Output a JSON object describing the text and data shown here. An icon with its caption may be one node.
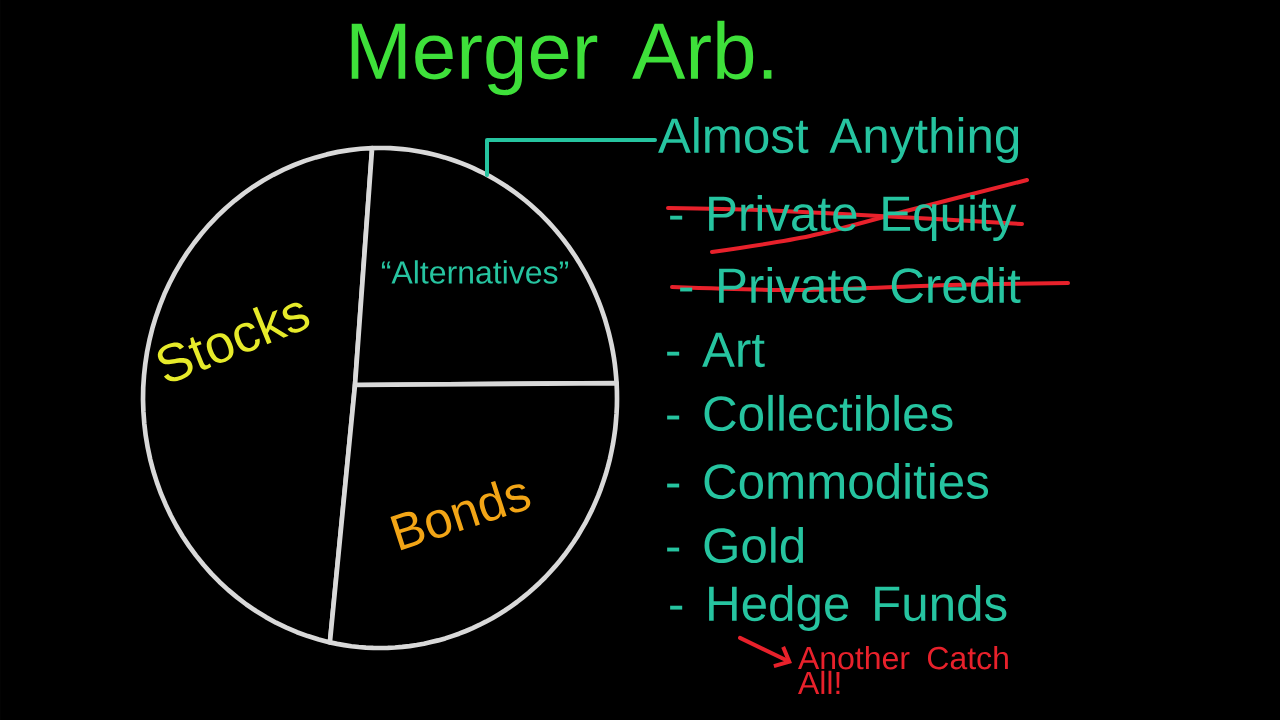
{
  "diagram": {
    "title": "Merger Arb.",
    "nodes": [
      {
        "text": [
          "Stocks"
        ]
      },
      {
        "text": [
          "“Alternatives”"
        ]
      },
      {
        "text": [
          "Bonds"
        ]
      },
      {
        "text": [
          "Almost Anything"
        ]
      },
      {
        "text": [
          "- Hedge Funds"
        ]
      },
      {
        "text": [
          "Another Catch All!"
        ]
      }
    ],
    "edges": [
      {
        "from": 3,
        "to": 1,
        "arrow": "none",
        "color": "#26c4a0"
      },
      {
        "from": 4,
        "to": 5,
        "arrow": "to",
        "color": "#e8212b"
      }
    ],
    "labels": [
      "- Private Equity",
      "- Private Credit",
      "- Art",
      "- Collectibles",
      "- Commodities",
      "- Gold"
    ]
  }
}
